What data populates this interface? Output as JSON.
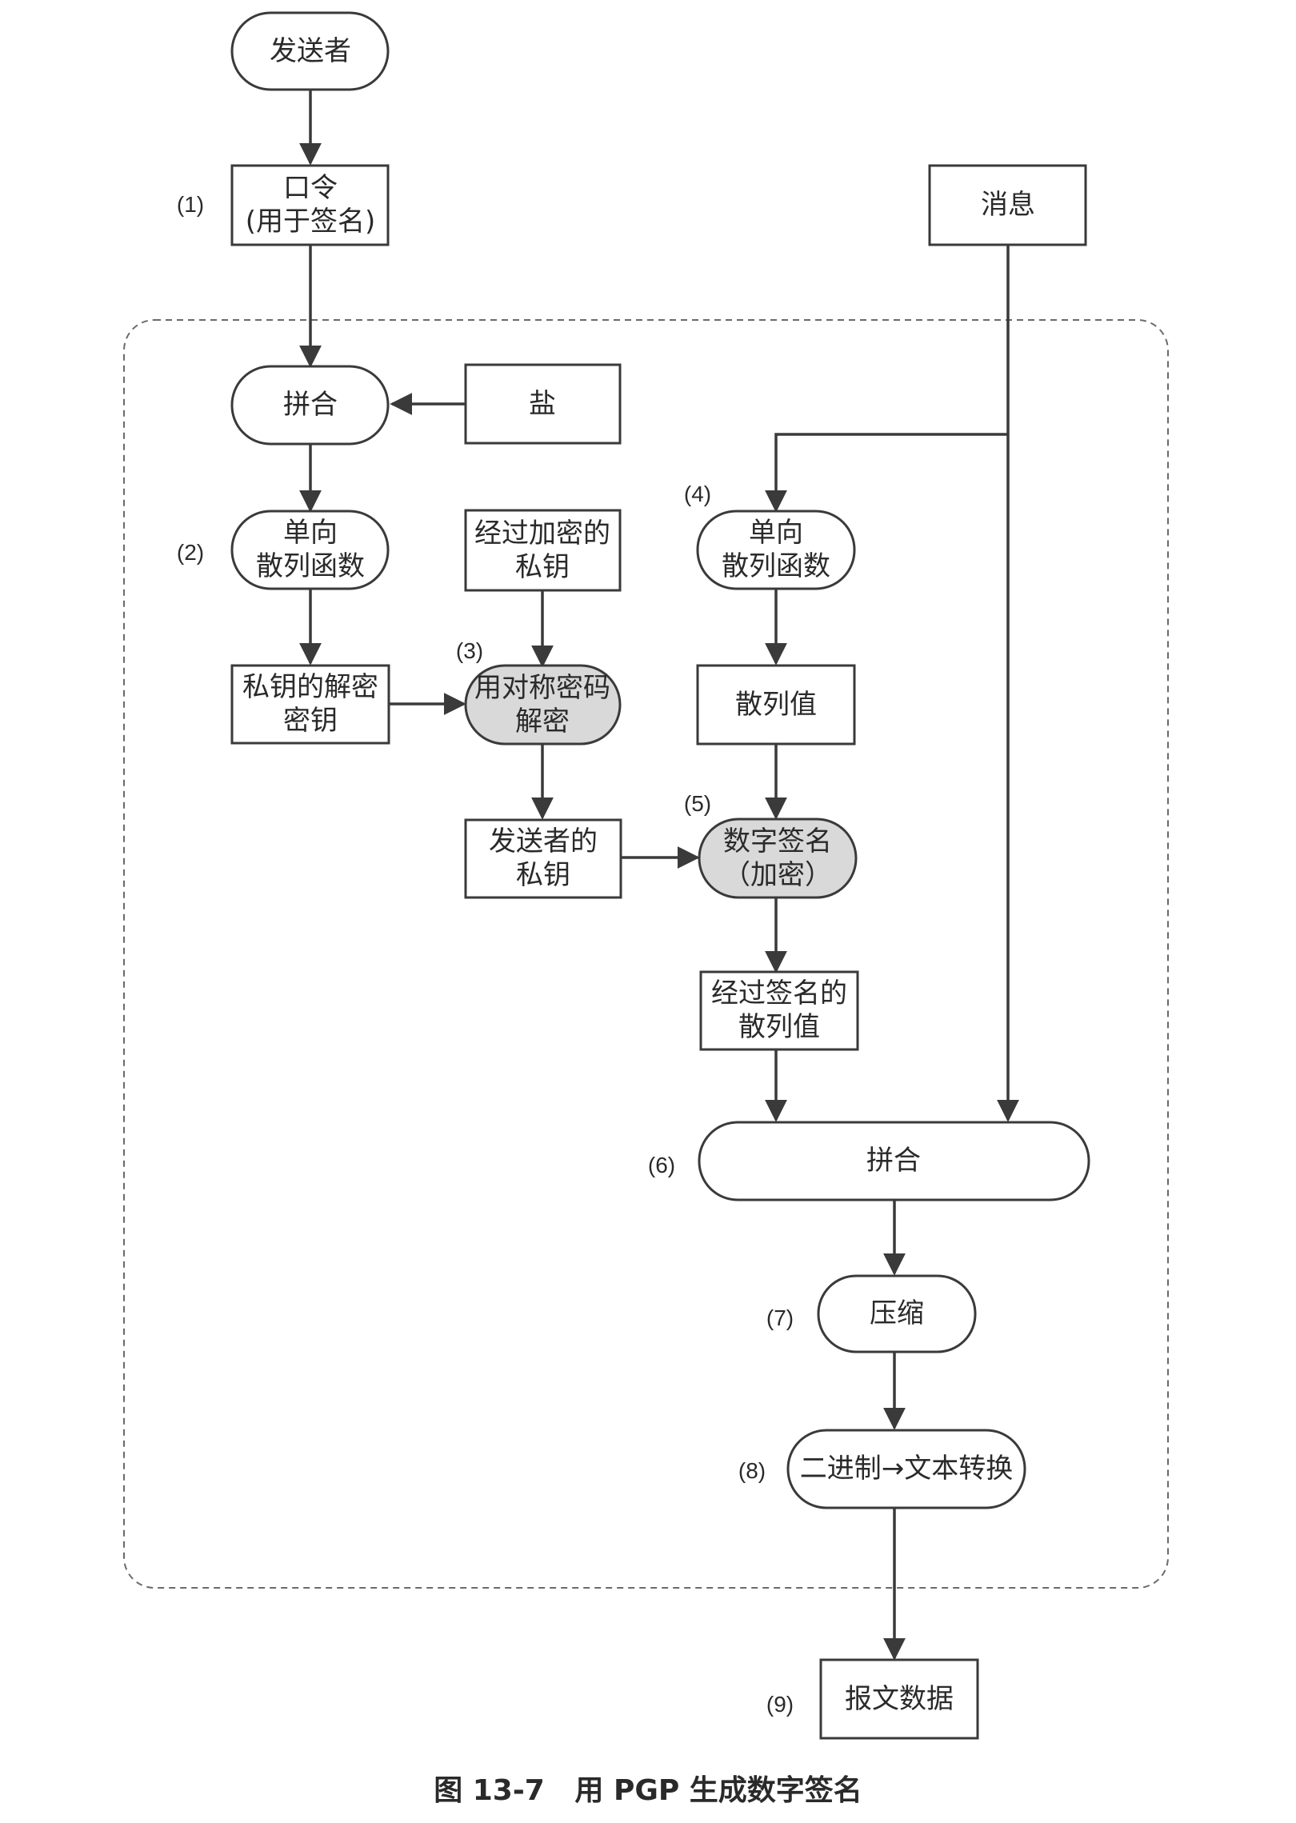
{
  "nodes": {
    "sender": {
      "lines": [
        "发送者"
      ]
    },
    "passphrase": {
      "lines": [
        "口令",
        "(用于签名)"
      ]
    },
    "message": {
      "lines": [
        "消息"
      ]
    },
    "concat1": {
      "lines": [
        "拼合"
      ]
    },
    "salt": {
      "lines": [
        "盐"
      ]
    },
    "hash1": {
      "lines": [
        "单向",
        "散列函数"
      ]
    },
    "enc_private_key": {
      "lines": [
        "经过加密的",
        "私钥"
      ]
    },
    "hash2": {
      "lines": [
        "单向",
        "散列函数"
      ]
    },
    "private_key_decryption_key": {
      "lines": [
        "私钥的解密",
        "密钥"
      ]
    },
    "symmetric_decrypt": {
      "lines": [
        "用对称密码",
        "解密"
      ]
    },
    "hash_value": {
      "lines": [
        "散列值"
      ]
    },
    "sender_private_key": {
      "lines": [
        "发送者的",
        "私钥"
      ]
    },
    "digital_signature": {
      "lines": [
        "数字签名",
        "（加密）"
      ]
    },
    "signed_hash": {
      "lines": [
        "经过签名的",
        "散列值"
      ]
    },
    "concat2": {
      "lines": [
        "拼合"
      ]
    },
    "compress": {
      "lines": [
        "压缩"
      ]
    },
    "binary_to_text": {
      "lines": [
        "二进制→文本转换"
      ]
    },
    "message_data": {
      "lines": [
        "报文数据"
      ]
    }
  },
  "steps": [
    "(1)",
    "(2)",
    "(3)",
    "(4)",
    "(5)",
    "(6)",
    "(7)",
    "(8)",
    "(9)"
  ],
  "caption": "图 13-7   用 PGP 生成数字签名",
  "colors": {
    "stroke": "#3a3a3a",
    "highlight_fill": "#d9d9d9",
    "background": "#ffffff",
    "text": "#2a2a2a"
  }
}
